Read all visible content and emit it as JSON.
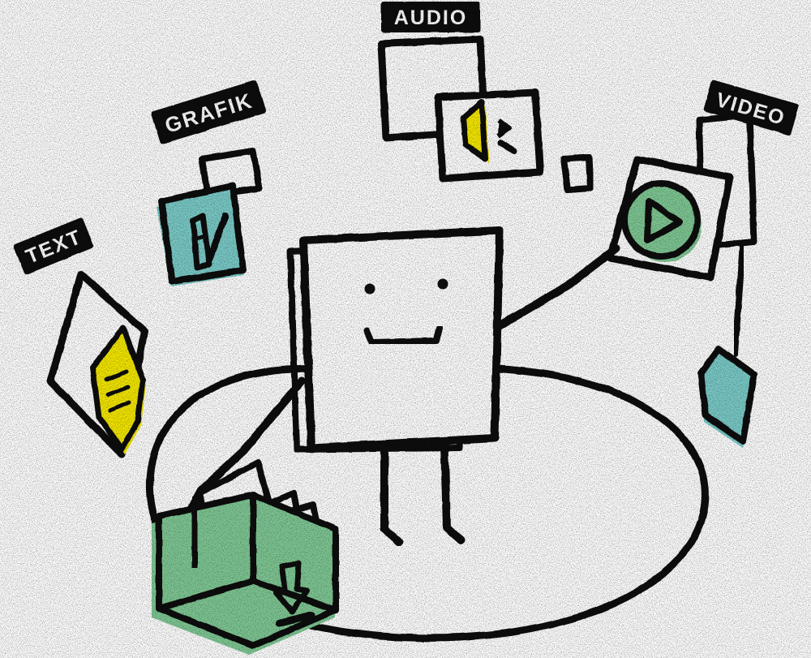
{
  "illustration": {
    "title": "Media robot with content type labels",
    "style": "hand-drawn marker sketch",
    "background_color": "#ffffff",
    "ink_color": "#101010",
    "texture": "halftone-noise-grain"
  },
  "palette": {
    "ink": "#101010",
    "yellow": "#f5e800",
    "teal": "#7acbc8",
    "green": "#7fc894",
    "paper": "#ffffff"
  },
  "labels": [
    {
      "id": "audio",
      "text": "AUDIO",
      "rotation_deg": 0,
      "style": "knockout-black-box"
    },
    {
      "id": "grafik",
      "text": "GRAFIK",
      "rotation_deg": -17,
      "style": "knockout-black-box"
    },
    {
      "id": "text",
      "text": "TEXT",
      "rotation_deg": -22,
      "style": "knockout-black-box"
    },
    {
      "id": "video",
      "text": "VIDEO",
      "rotation_deg": 16,
      "style": "knockout-black-box"
    }
  ],
  "nodes": {
    "robot": {
      "name": "robot-character",
      "face": {
        "eyes": 2,
        "mouth": "smile"
      },
      "limbs": {
        "arms": 2,
        "legs": 2
      }
    },
    "audio_node": {
      "name": "audio-speaker-icon",
      "icon": "speaker-icon",
      "icon_color": "#f5e800",
      "frame": "square-outline"
    },
    "video_node": {
      "name": "video-play-icon",
      "icon": "play-circle-icon",
      "icon_color": "#7fc894",
      "frame": "tilted-square-outline"
    },
    "grafik_node": {
      "name": "graphic-pencil-icon",
      "icon": "pencil-icon",
      "icon_color": "#7acbc8",
      "frame": "tilted-square-fill"
    },
    "text_node": {
      "name": "text-document-icon",
      "icon": "lines-document-icon",
      "icon_color": "#f5e800",
      "frame": "diamond-fill"
    },
    "teal_leaf": {
      "name": "teal-leaf-shape",
      "icon_color": "#7acbc8"
    },
    "box": {
      "name": "storage-box",
      "color": "#7fc894",
      "contents": "documents",
      "marking": "down-arrow-icon"
    },
    "stage": {
      "name": "ground-ellipse"
    }
  }
}
